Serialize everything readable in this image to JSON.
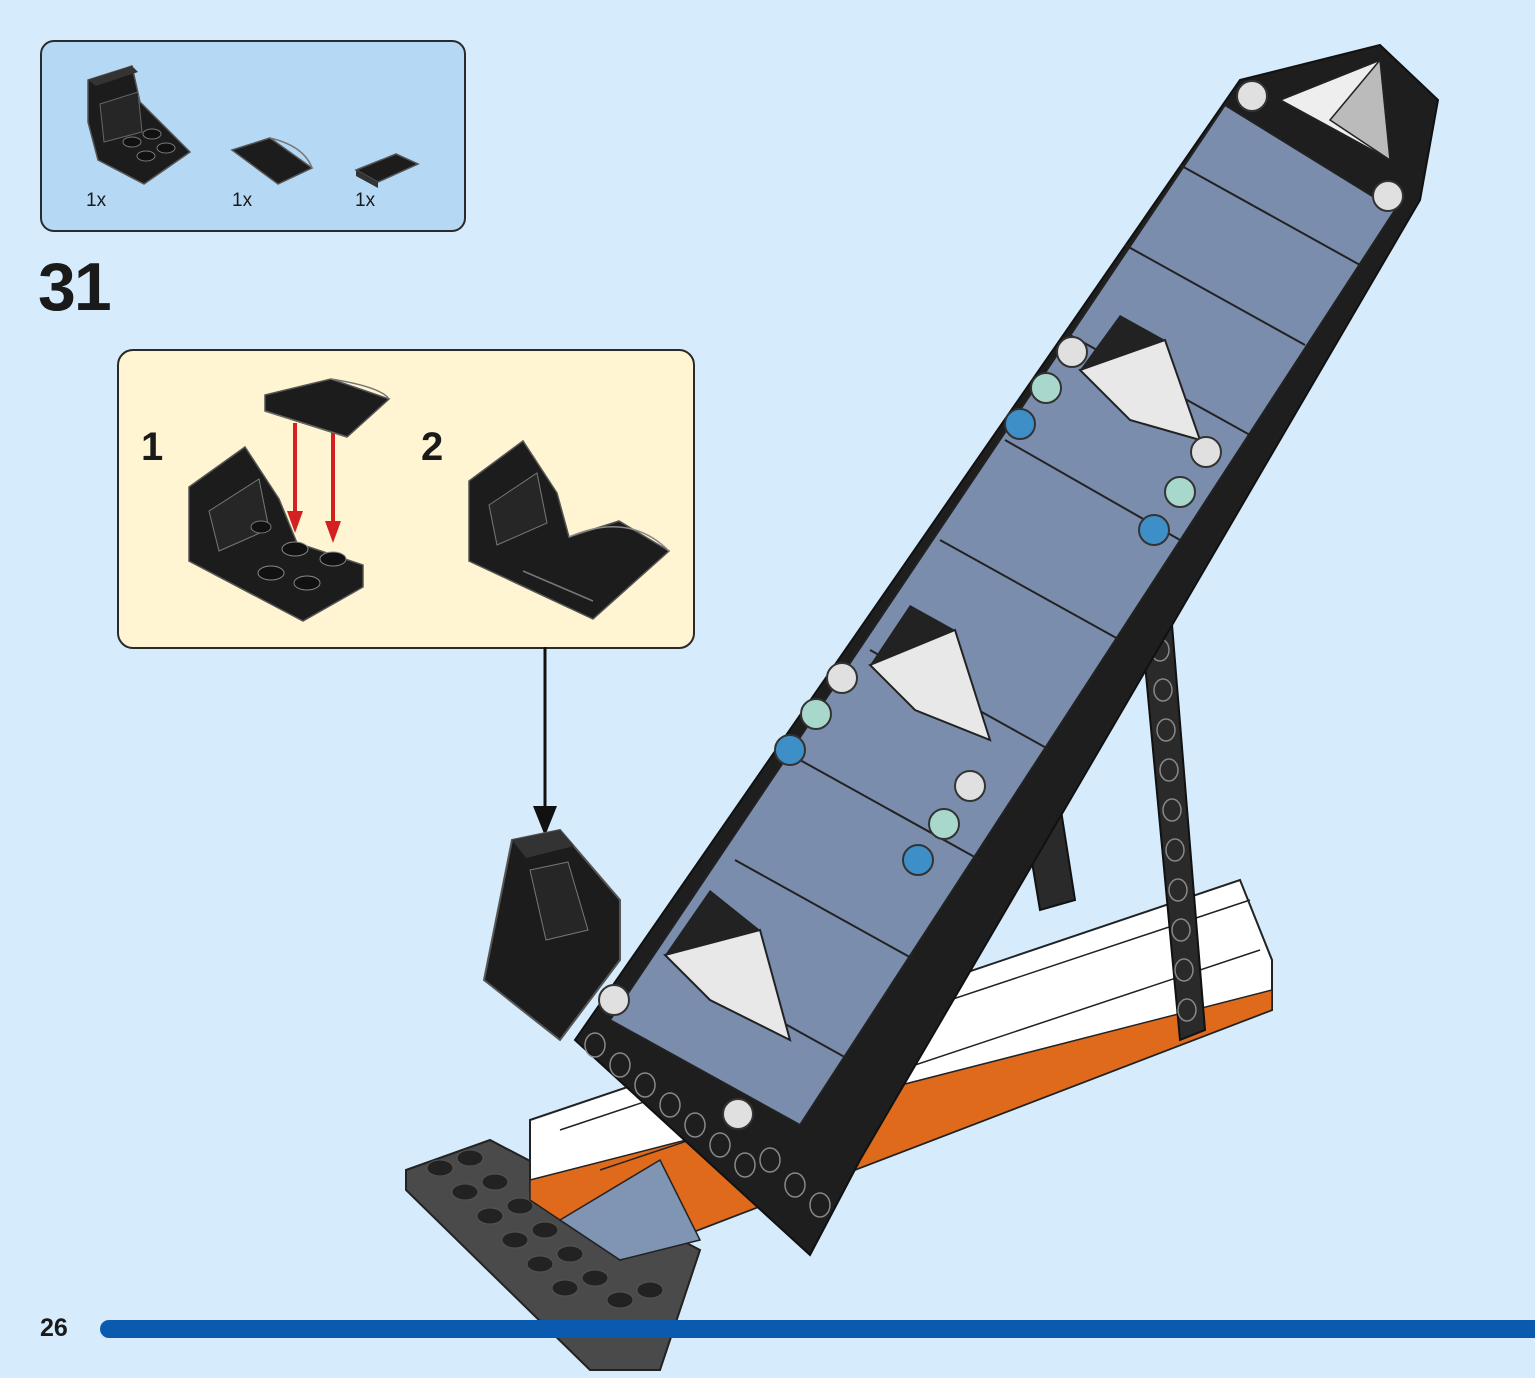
{
  "parts_list": {
    "items": [
      {
        "part": "black-bracket-piece",
        "qty": "1x"
      },
      {
        "part": "black-curved-slope-piece",
        "qty": "1x"
      },
      {
        "part": "black-tile-piece",
        "qty": "1x"
      }
    ]
  },
  "step": {
    "number": "31"
  },
  "sub_steps": [
    {
      "number": "1"
    },
    {
      "number": "2"
    }
  ],
  "page": {
    "number": "26"
  },
  "colors": {
    "background": "#d6ecfc",
    "parts_box": "#b5d9f5",
    "sub_box": "#fff5d2",
    "progress": "#0a5bb0",
    "arrow_red": "#d42020"
  }
}
